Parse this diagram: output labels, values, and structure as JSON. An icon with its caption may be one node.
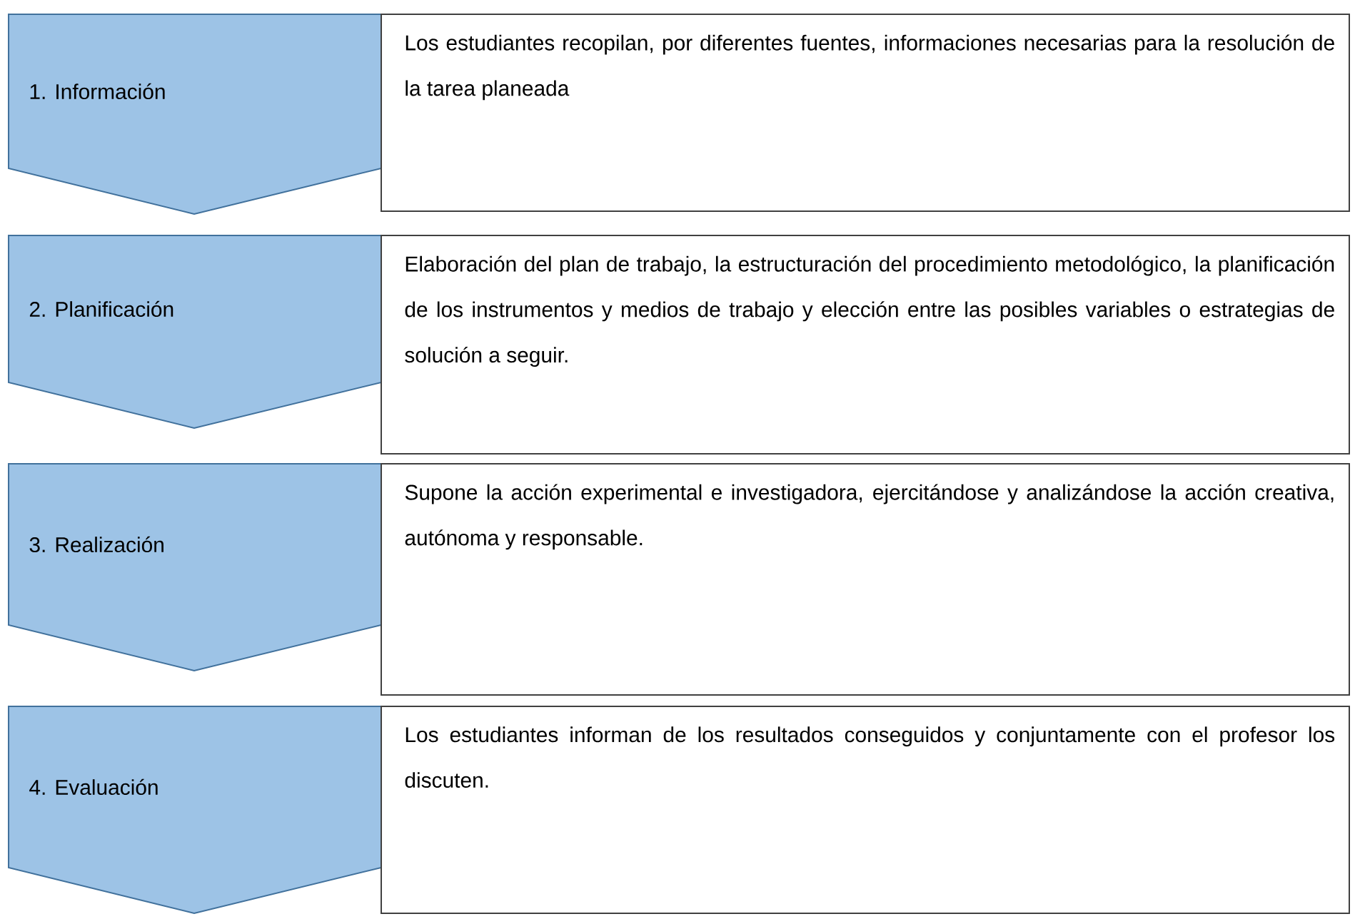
{
  "diagram": {
    "nodes": [
      {
        "text": [
          "1. Información"
        ]
      },
      {
        "text": [
          "Los estudiantes recopilan, por diferentes fuentes, informaciones necesarias para la resolución de la tarea planeada"
        ]
      },
      {
        "text": [
          "2. Planificación"
        ]
      },
      {
        "text": [
          "Elaboración del plan de trabajo, la estructuración del procedimiento metodológico, la planificación de los instrumentos y medios de trabajo y elección entre las posibles variables o estrategias de solución a seguir."
        ]
      },
      {
        "text": [
          "3. Realización"
        ]
      },
      {
        "text": [
          "Supone la acción experimental e investigadora, ejercitándose y analizándose la acción creativa, autónoma y responsable."
        ]
      },
      {
        "text": [
          "4. Evaluación"
        ]
      },
      {
        "text": [
          "Los estudiantes informan de los resultados conseguidos y conjuntamente con el profesor los discuten."
        ]
      }
    ]
  }
}
